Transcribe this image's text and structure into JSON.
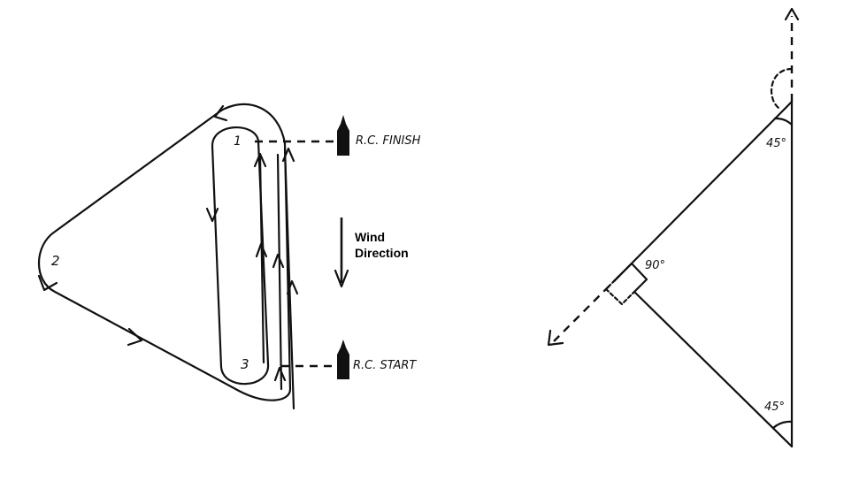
{
  "course_diagram": {
    "marks": {
      "mark1": "1",
      "mark2": "2",
      "mark3": "3"
    },
    "labels": {
      "finish": "R.C. FINISH",
      "start": "R.C. START",
      "wind_line1": "Wind",
      "wind_line2": "Direction"
    },
    "boat_icon": "committee-boat-icon"
  },
  "angle_diagram": {
    "angles": {
      "top": "45°",
      "middle": "90°",
      "bottom": "45°"
    }
  }
}
